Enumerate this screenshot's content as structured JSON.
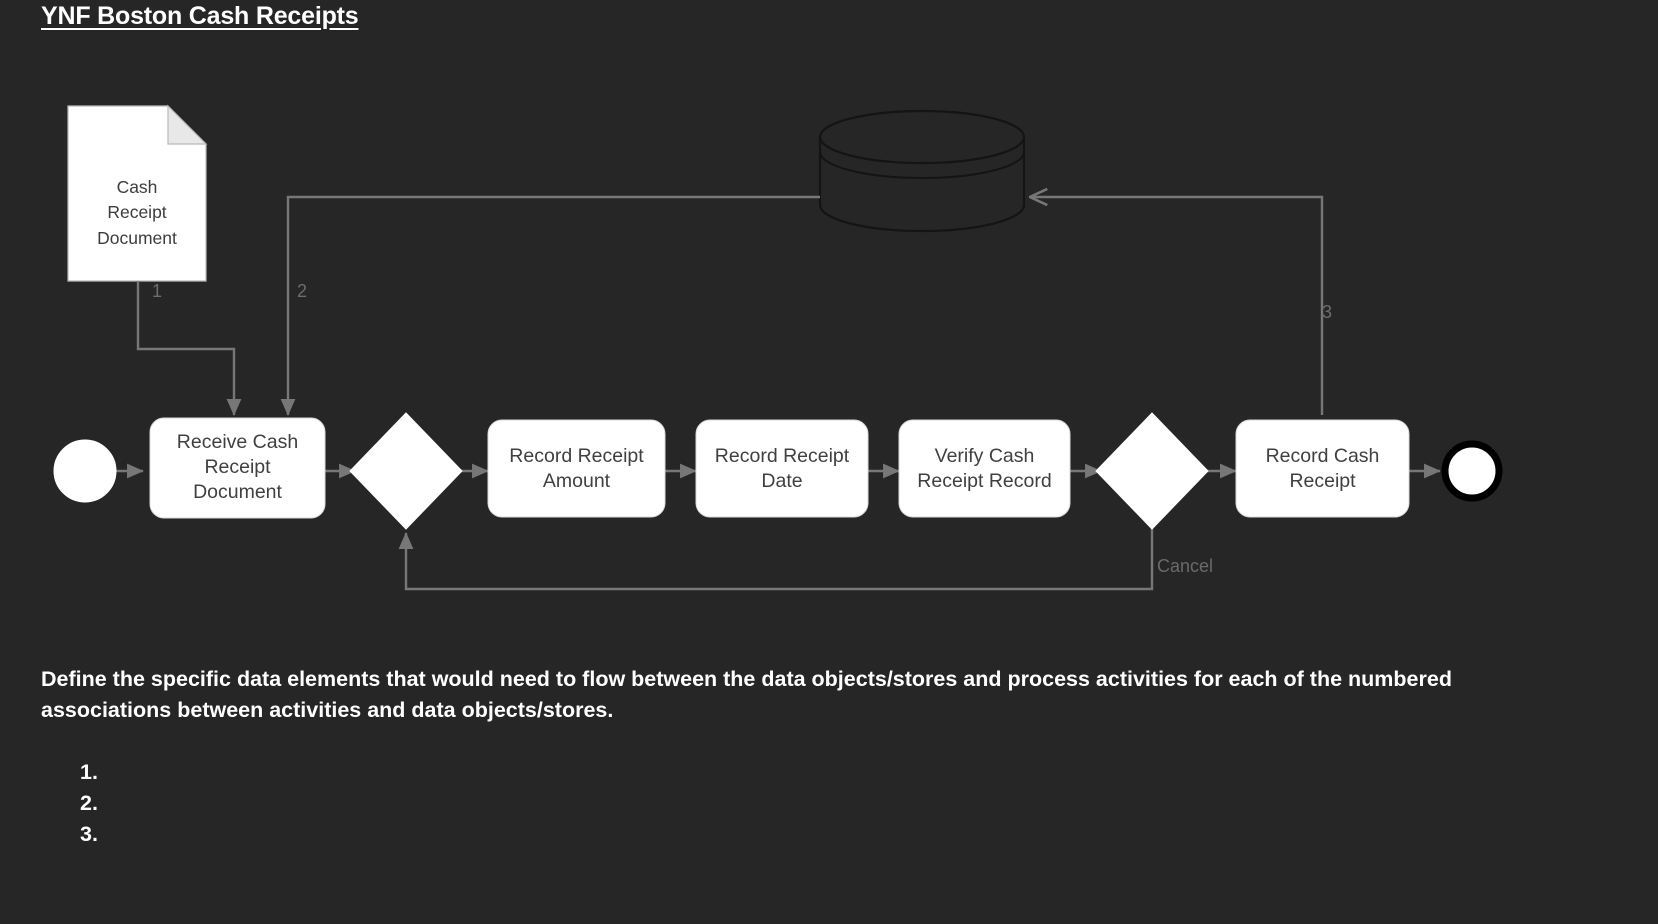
{
  "page": {
    "title": "YNF Boston Cash Receipts",
    "background_color": "#262626",
    "text_color": "#ffffff"
  },
  "diagram": {
    "type": "bpmn-process-flow",
    "shape_fill": "#ffffff",
    "shape_text_color": "#404040",
    "connector_color": "#777777",
    "datastore_stroke": "#151515",
    "events": [
      {
        "id": "start-event",
        "kind": "start",
        "label": ""
      },
      {
        "id": "end-event",
        "kind": "end",
        "label": ""
      }
    ],
    "tasks": [
      {
        "id": "task-receive-cash-receipt-document",
        "label": "Receive Cash\nReceipt\nDocument"
      },
      {
        "id": "task-record-receipt-amount",
        "label": "Record Receipt\nAmount"
      },
      {
        "id": "task-record-receipt-date",
        "label": "Record Receipt\nDate"
      },
      {
        "id": "task-verify-cash-receipt-record",
        "label": "Verify Cash\nReceipt Record"
      },
      {
        "id": "task-record-cash-receipt",
        "label": "Record Cash\nReceipt"
      }
    ],
    "gateways": [
      {
        "id": "gateway-1",
        "label": ""
      },
      {
        "id": "gateway-2",
        "label": ""
      }
    ],
    "data_object": {
      "id": "data-object-cash-receipt-document",
      "label": "Cash\nReceipt\nDocument"
    },
    "data_store": {
      "id": "data-store-cylinder",
      "label": ""
    },
    "associations": [
      {
        "number": "1",
        "from": "data-object-cash-receipt-document",
        "to": "task-receive-cash-receipt-document"
      },
      {
        "number": "2",
        "from": "data-store-cylinder",
        "to": "task-receive-cash-receipt-document"
      },
      {
        "number": "3",
        "from": "task-record-cash-receipt",
        "to": "data-store-cylinder"
      }
    ],
    "flow_labels": [
      {
        "id": "flow-label-cancel",
        "label": "Cancel"
      }
    ]
  },
  "question": {
    "prompt": "Define the specific data elements that would need to flow between the data objects/stores and process activities for each of the numbered associations between activities and data objects/stores.",
    "items": [
      {
        "marker": "1.",
        "answer": ""
      },
      {
        "marker": "2.",
        "answer": ""
      },
      {
        "marker": "3.",
        "answer": ""
      }
    ]
  }
}
